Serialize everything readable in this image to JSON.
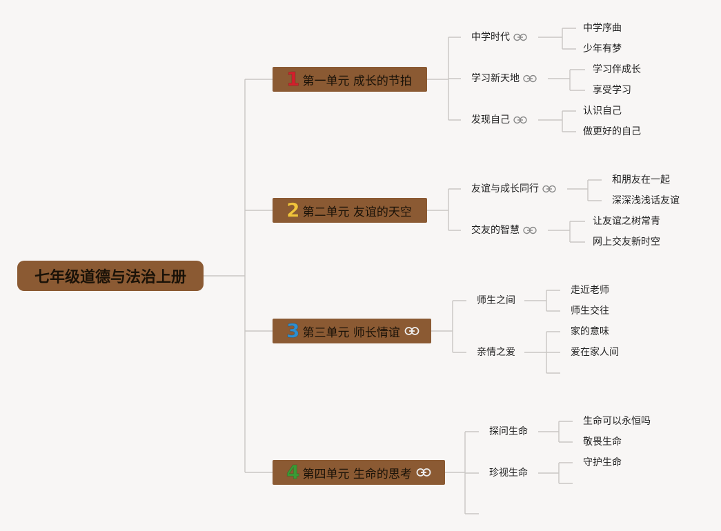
{
  "root": {
    "label": "七年级道德与法治上册"
  },
  "colors": {
    "node_fill": "#8b5a33",
    "line": "#c9c6c3",
    "num1": "#d2202c",
    "num2": "#f2c43c",
    "num3": "#2d8fd1",
    "num4": "#3a9a35"
  },
  "units": [
    {
      "num": "1",
      "label": "第一单元 成长的节拍",
      "has_link": false,
      "lessons": [
        {
          "label": "中学时代",
          "has_link": true,
          "topics": [
            "中学序曲",
            "少年有梦"
          ]
        },
        {
          "label": "学习新天地",
          "has_link": true,
          "topics": [
            "学习伴成长",
            "享受学习"
          ]
        },
        {
          "label": "发现自己",
          "has_link": true,
          "topics": [
            "认识自己",
            "做更好的自己"
          ]
        }
      ]
    },
    {
      "num": "2",
      "label": "第二单元 友谊的天空",
      "has_link": false,
      "lessons": [
        {
          "label": "友谊与成长同行",
          "has_link": true,
          "topics": [
            "和朋友在一起",
            "深深浅浅话友谊"
          ]
        },
        {
          "label": "交友的智慧",
          "has_link": true,
          "topics": [
            "让友谊之树常青",
            "网上交友新时空"
          ]
        }
      ]
    },
    {
      "num": "3",
      "label": "第三单元 师长情谊",
      "has_link": true,
      "lessons": [
        {
          "label": "师生之间",
          "has_link": false,
          "topics": [
            "走近老师",
            "师生交往"
          ]
        },
        {
          "label": "亲情之爱",
          "has_link": false,
          "topics": [
            "家的意味",
            "爱在家人间",
            ""
          ]
        }
      ]
    },
    {
      "num": "4",
      "label": "第四单元 生命的思考",
      "has_link": true,
      "lessons": [
        {
          "label": "探问生命",
          "has_link": false,
          "topics": [
            "生命可以永恒吗",
            "敬畏生命"
          ]
        },
        {
          "label": "珍视生命",
          "has_link": false,
          "topics": [
            "守护生命",
            ""
          ]
        },
        {
          "label": "",
          "has_link": false,
          "topics": []
        }
      ]
    }
  ]
}
